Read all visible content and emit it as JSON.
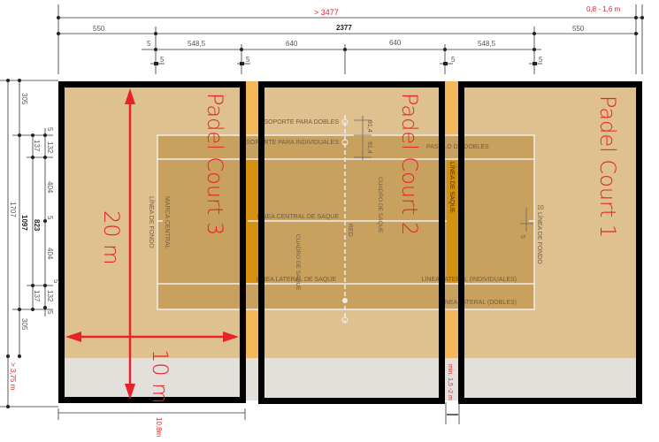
{
  "dimensions": {
    "top": {
      "total": "> 3477",
      "gap": "0,8 - 1,6 m",
      "left_margin": "550",
      "court_length": "2377",
      "right_margin": "550",
      "segments": [
        "5",
        "548,5",
        "640",
        "640",
        "548,5"
      ],
      "line_widths": [
        "5",
        "5",
        "5",
        "5"
      ]
    },
    "left": {
      "margin_top": "305",
      "margin_bottom": "305",
      "total": "1707",
      "doubles_width": "1097",
      "singles_width": "823",
      "alley": [
        "137",
        "137"
      ],
      "half": [
        "132",
        "404",
        "404",
        "132"
      ],
      "line_widths": [
        "5",
        "5",
        "5",
        "5"
      ],
      "runoff": "> 3,75 m"
    },
    "bottom": {
      "court_width": "10,8m",
      "gap": "min. 1,5 -2 m"
    },
    "detail": [
      "91,4",
      "91,4",
      "10",
      "5"
    ]
  },
  "court_labels": {
    "doubles_post": "SOPORTE PARA DOBLES",
    "singles_post": "SOPORTE PARA INDIVIDUALES",
    "doubles_alley": "PASILLO DE DOBLES",
    "service_line": "LÍNEA DE SAQUE",
    "center_service_line": "LÍNEA CENTRAL  DE SAQUE",
    "net": "RED",
    "service_box_1": "CUADRO DE SAQUE",
    "service_box_2": "CUADRO DE SAQUE",
    "service_sideline": "LÍNEA LATERAL DE SAQUE",
    "singles_sideline": "LÍNEA LATERAL (INDIVIDUALES)",
    "doubles_sideline": "LÍNEA LATERAL (DOBLES)",
    "baseline_left": "LÍNEA DE FONDO",
    "baseline_right": "LÍNEA DE FONDO",
    "center_mark": "MARCA CENTRAL"
  },
  "padel_courts": [
    {
      "name": "Padel Court 3",
      "length": "20 m",
      "width": "10 m"
    },
    {
      "name": "Padel Court 2"
    },
    {
      "name": "Padel Court 1"
    }
  ],
  "colors": {
    "surround": "#dfc08f",
    "court": "#c9a15f",
    "strip": "#f5b75c",
    "strip_dark": "#d4910f",
    "runoff": "#e3e0dc",
    "frame": "#000000",
    "annotation": "#e8222a"
  }
}
